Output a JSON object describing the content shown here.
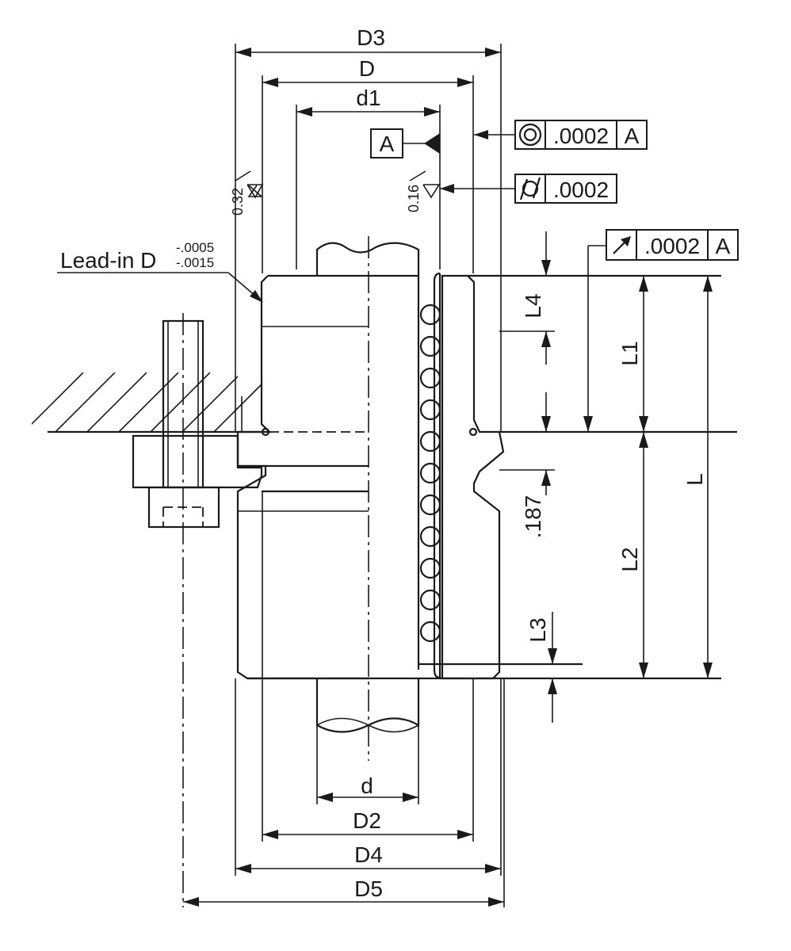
{
  "dimensions": {
    "d3": "D3",
    "d": "D",
    "d1": "d1",
    "l4": "L4",
    "l1": "L1",
    "l": "L",
    "l2": "L2",
    "l3": "L3",
    "dim_187": ".187",
    "d_small": "d",
    "d2": "D2",
    "d4": "D4",
    "d5": "D5"
  },
  "lead_in": {
    "label": "Lead-in D",
    "tol_upper": "-.0005",
    "tol_lower": "-.0015"
  },
  "surface_finish": {
    "left": "0.32",
    "right": "0.16"
  },
  "datum": {
    "label": "A"
  },
  "tolerances": {
    "concentricity": {
      "value": ".0002",
      "datum": "A"
    },
    "cylindricity": {
      "value": ".0002"
    },
    "runout": {
      "value": ".0002",
      "datum": "A"
    }
  }
}
